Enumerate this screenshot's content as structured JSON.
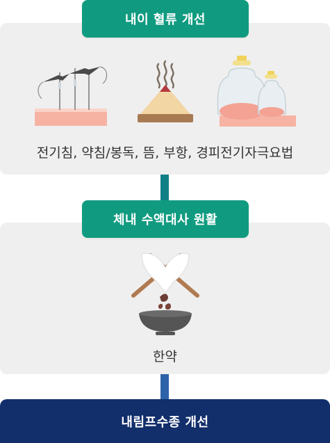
{
  "steps": [
    {
      "title": "내이 혈류 개선",
      "caption": "전기침, 약침/봉독, 뜸, 부항, 경피전기자극요법",
      "icons": [
        "electro-acupuncture-icon",
        "moxibustion-icon",
        "cupping-icon"
      ]
    },
    {
      "title": "체내 수액대사 원활",
      "caption": "한약",
      "icons": [
        "herbal-medicine-icon"
      ]
    }
  ],
  "result": {
    "title": "내림프수종 개선"
  },
  "colors": {
    "step_green": "#109b80",
    "connector_top": "#107f86",
    "connector_bottom": "#2d63a8",
    "result_navy": "#122e6b",
    "panel_gray": "#efefef"
  }
}
